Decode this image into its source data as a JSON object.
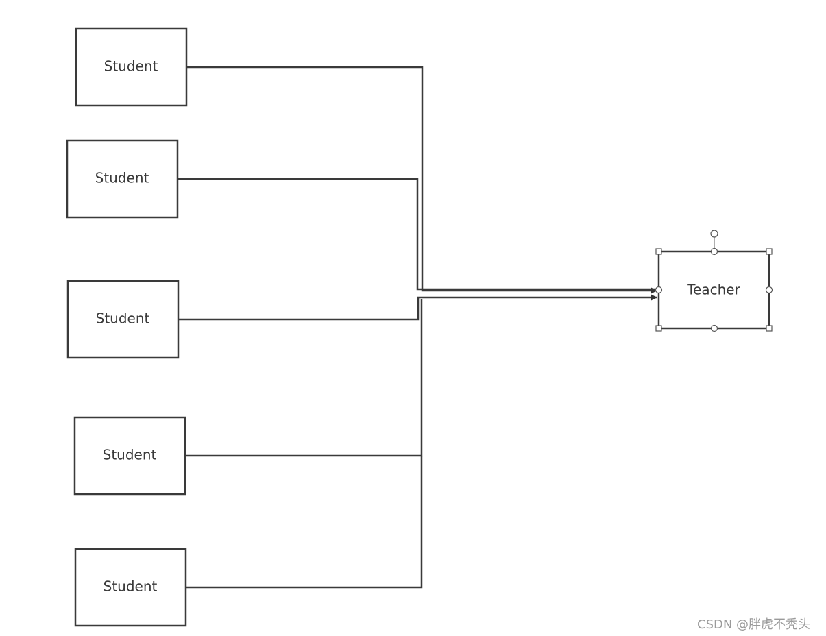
{
  "diagram": {
    "students": [
      {
        "label": "Student"
      },
      {
        "label": "Student"
      },
      {
        "label": "Student"
      },
      {
        "label": "Student"
      },
      {
        "label": "Student"
      }
    ],
    "teacher": {
      "label": "Teacher",
      "selected": true
    }
  },
  "watermark": "CSDN @胖虎不秃头"
}
